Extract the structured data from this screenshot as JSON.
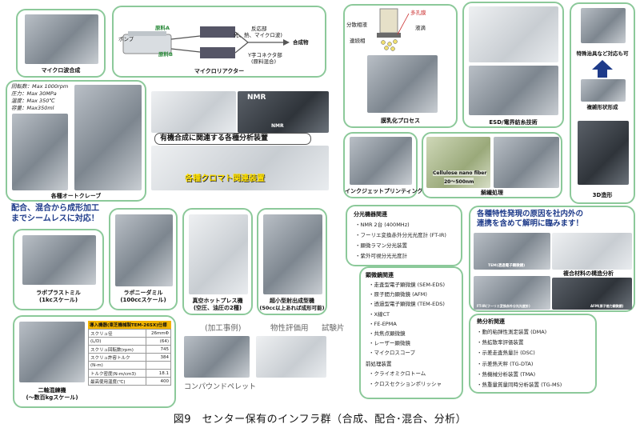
{
  "panels": {
    "micro_synth": {
      "label": "マイクロ波合成"
    },
    "micro_reactor": {
      "label": "マイクロリアクター",
      "pump": "ポンプ",
      "input_a": "原料A",
      "input_b": "原料B",
      "reaction_note_1": "反応部",
      "reaction_note_2": "光、熱、マイクロ波)",
      "connector_1": "Y字コネクタ部",
      "connector_2": "(原料混合)",
      "product": "合成物"
    },
    "autoclave": {
      "specs": [
        "回転数：Max 1000rpm",
        "圧力：Max 30MPa",
        "温度：Max 350℃",
        "容量：Max350ml"
      ],
      "label": "各種オートクレーブ"
    },
    "analysis": {
      "nmr": "NMR",
      "nmr_small": "NMR",
      "title": "有機合成に関連する各種分析装置",
      "chromato": "各種クロマト関連装置"
    },
    "membrane": {
      "dispersed": "分散相液",
      "porous": "多孔膜",
      "continuous": "連続相",
      "liquid": "液滴",
      "label": "膜乳化プロセス"
    },
    "esd": {
      "label": "ESD/電界紡糸技術"
    },
    "molding": {
      "special": "特殊治具など対応も可",
      "label": "複雑形状形成"
    },
    "inkjet": {
      "label": "インクジェットプリンティング"
    },
    "fibril": {
      "fiber_1": "Cellulose nano fiber",
      "fiber_2": "20～500nm",
      "label": "解繊処理"
    },
    "printing3d": {
      "label": "3D造形"
    },
    "seamless": {
      "line1": "配合、混合から成形加工",
      "line2": "までシームレスに対応！"
    },
    "labo_mill": {
      "label1": "ラボプラストミル",
      "label2": "(1kcスケール)"
    },
    "labo_kneader": {
      "label1": "ラボニーダミル",
      "label2": "(100ccスケール)"
    },
    "vacuum_press": {
      "label1": "真空ホットプレス機",
      "label2": "(空圧、油圧の2種)"
    },
    "injection": {
      "label1": "超小型射出成型機",
      "label2": "(50cc以上あれば成形可能)"
    },
    "twin_screw": {
      "title": "導入機器(東芝機械製TEM-26SX)仕様",
      "rows": [
        {
          "k": "スクリュ径",
          "v": "26mmΦ"
        },
        {
          "k": "(L/D)",
          "v": "(64)"
        },
        {
          "k": "スクリュ回転数(rpm)",
          "v": "745"
        },
        {
          "k": "スクリュ許容トルク",
          "v": "384"
        },
        {
          "k": "(N-m)",
          "v": ""
        },
        {
          "k": "トルク密度(N-m/cm3)",
          "v": "18.1"
        },
        {
          "k": "最高使用温度(℃)",
          "v": "400"
        }
      ],
      "label1": "二軸混練機",
      "label2": "(～数百kgスケール)"
    },
    "processing_examples": {
      "ex": "(加工事例)",
      "physical": "物性評価用",
      "test_piece": "試験片",
      "compound": "コンパウンドペレット"
    },
    "spectroscopy": {
      "heading": "分光機器関連",
      "items": [
        "・NMR 2台 (400MHz)",
        "・フーリエ変換赤外分光光度計 (FT-IR)",
        "・顕微ラマン分光装置",
        "・紫外可視分光光度計"
      ]
    },
    "microscope": {
      "heading": "顕微鏡関連",
      "items": [
        "・走査型電子顕微鏡 (SEM-EDS)",
        "・原子間力顕微鏡 (AFM)",
        "・透過型電子顕微鏡 (TEM-EDS)",
        "・X線CT",
        "・FE-EPMA",
        "・共焦点顕微鏡",
        "・レーザー顕微鏡",
        "・マイクロスコープ"
      ],
      "prep_heading": "前処理装置",
      "prep_items": [
        "・クライオミクロトーム",
        "・クロスセクションポリッシャ"
      ]
    },
    "properties": {
      "head1": "各種特性発現の原因を社内外の",
      "head2": "連携を含めて解明に臨みます！",
      "structure": "複合材料の構造分析",
      "tem": "TEM(透過電子顕微鏡)",
      "ftir": "FT-IR(フーリエ変換赤外分光光度計)",
      "afm": "AFM(原子間力顕微鏡)"
    },
    "thermal": {
      "heading": "熱分析関連",
      "items": [
        "・動的粘弾性測定装置 (DMA)",
        "・熱拡散率評価装置",
        "・示差走査熱量計 (DSC)",
        "・示差熱天秤 (TG-DTA)",
        "・熱機械分析装置 (TMA)",
        "・熱重量質量同時分析装置 (TG-MS)"
      ]
    }
  },
  "figure_caption": "図9　センター保有のインフラ群（合成、配合･混合、分析）"
}
